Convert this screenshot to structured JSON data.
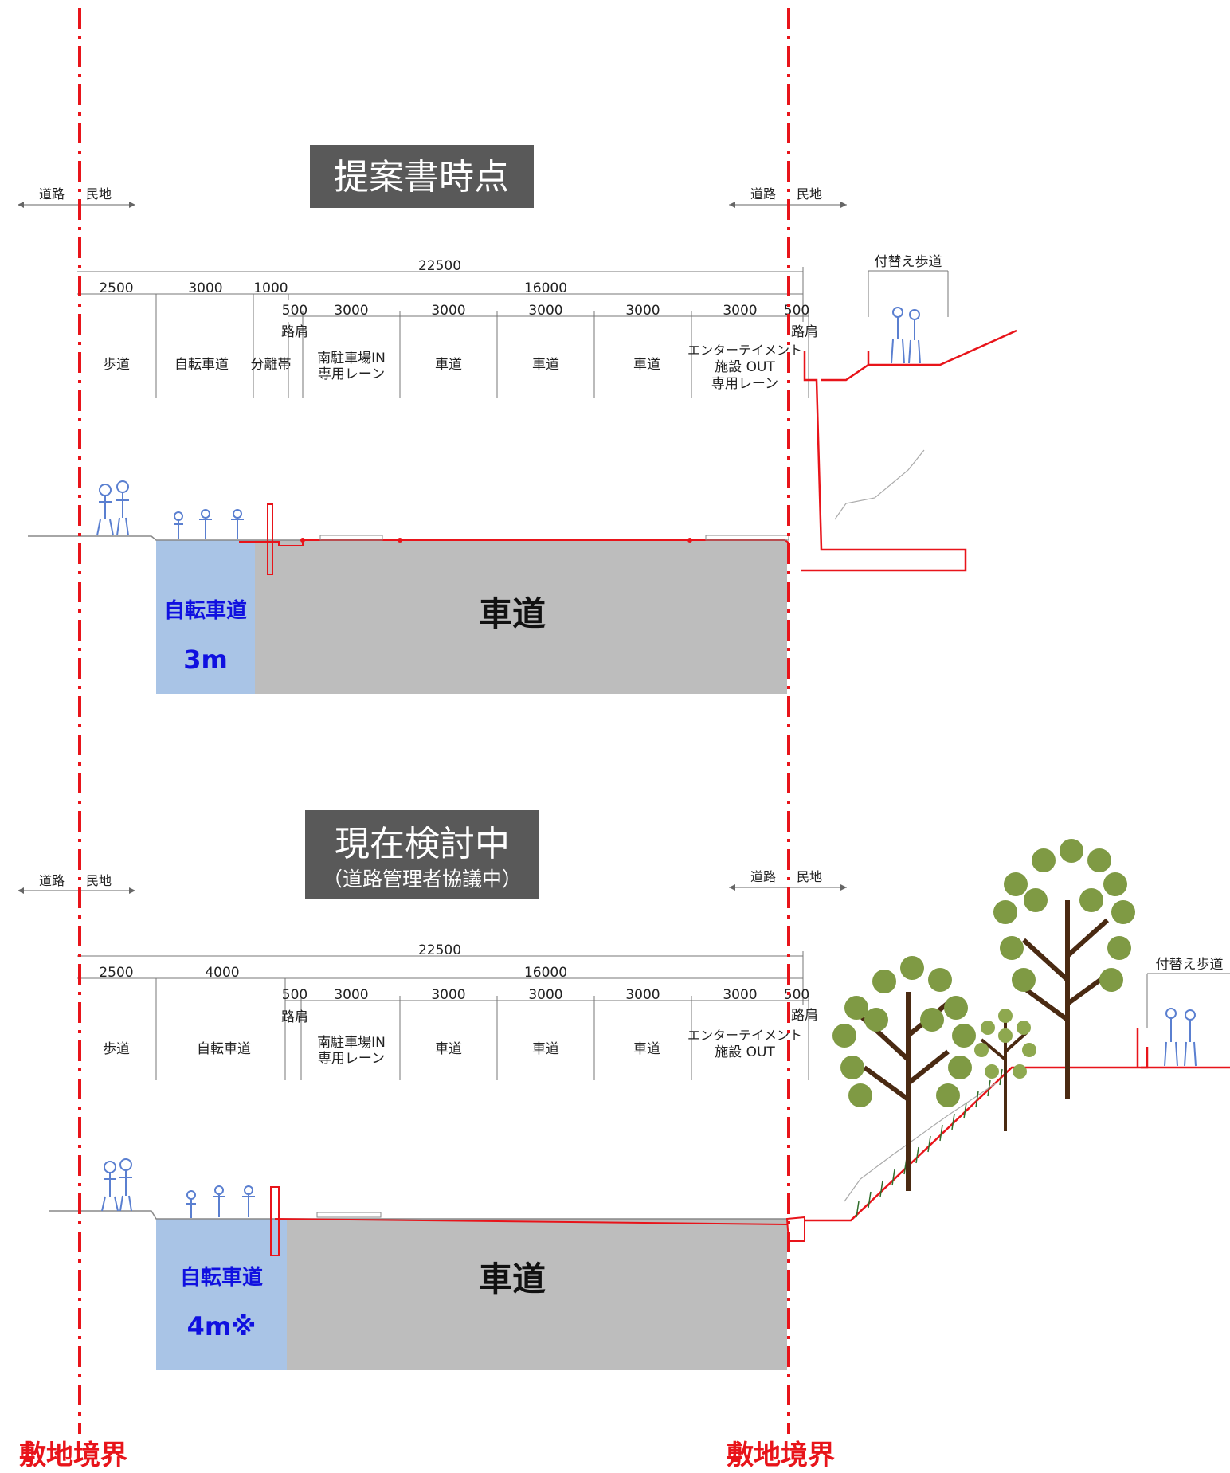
{
  "boundary_label": "敷地境界",
  "side_labels": {
    "road": "道路",
    "private": "民地"
  },
  "colors": {
    "boundary": "#e8141a",
    "road": "#bdbdbd",
    "bike": "#a9c4e6",
    "title_bg": "#595959",
    "tree_leaf": "#7f9a44",
    "tree_trunk": "#4a2a12"
  },
  "sec1": {
    "title": "提案書時点",
    "total": "22500",
    "dims_top": {
      "sidewalk": "2500",
      "bike": "3000",
      "separator": "1000",
      "road": "16000"
    },
    "dims_lanes": [
      "500",
      "3000",
      "3000",
      "3000",
      "3000",
      "3000",
      "500"
    ],
    "shoulder": "路肩",
    "lanes": {
      "sidewalk": "歩道",
      "bike": "自転車道",
      "separator": "分離帯",
      "south_in_1": "南駐車場IN",
      "south_in_2": "専用レーン",
      "road": "車道",
      "ent_1": "エンターテイメント",
      "ent_2": "施設 OUT",
      "ent_3": "専用レーン"
    },
    "relocated_walk": "付替え歩道",
    "bike_label": "自転車道",
    "bike_width": "3m",
    "road_label": "車道"
  },
  "sec2": {
    "title": "現在検討中",
    "subtitle": "（道路管理者協議中）",
    "total": "22500",
    "dims_top": {
      "sidewalk": "2500",
      "bike": "4000",
      "road": "16000"
    },
    "dims_lanes": [
      "500",
      "3000",
      "3000",
      "3000",
      "3000",
      "3000",
      "500"
    ],
    "shoulder": "路肩",
    "lanes": {
      "sidewalk": "歩道",
      "bike": "自転車道",
      "south_in_1": "南駐車場IN",
      "south_in_2": "専用レーン",
      "road": "車道",
      "ent_1": "エンターテイメント",
      "ent_2": "施設 OUT"
    },
    "relocated_walk": "付替え歩道",
    "bike_label": "自転車道",
    "bike_width": "4m※",
    "road_label": "車道"
  }
}
